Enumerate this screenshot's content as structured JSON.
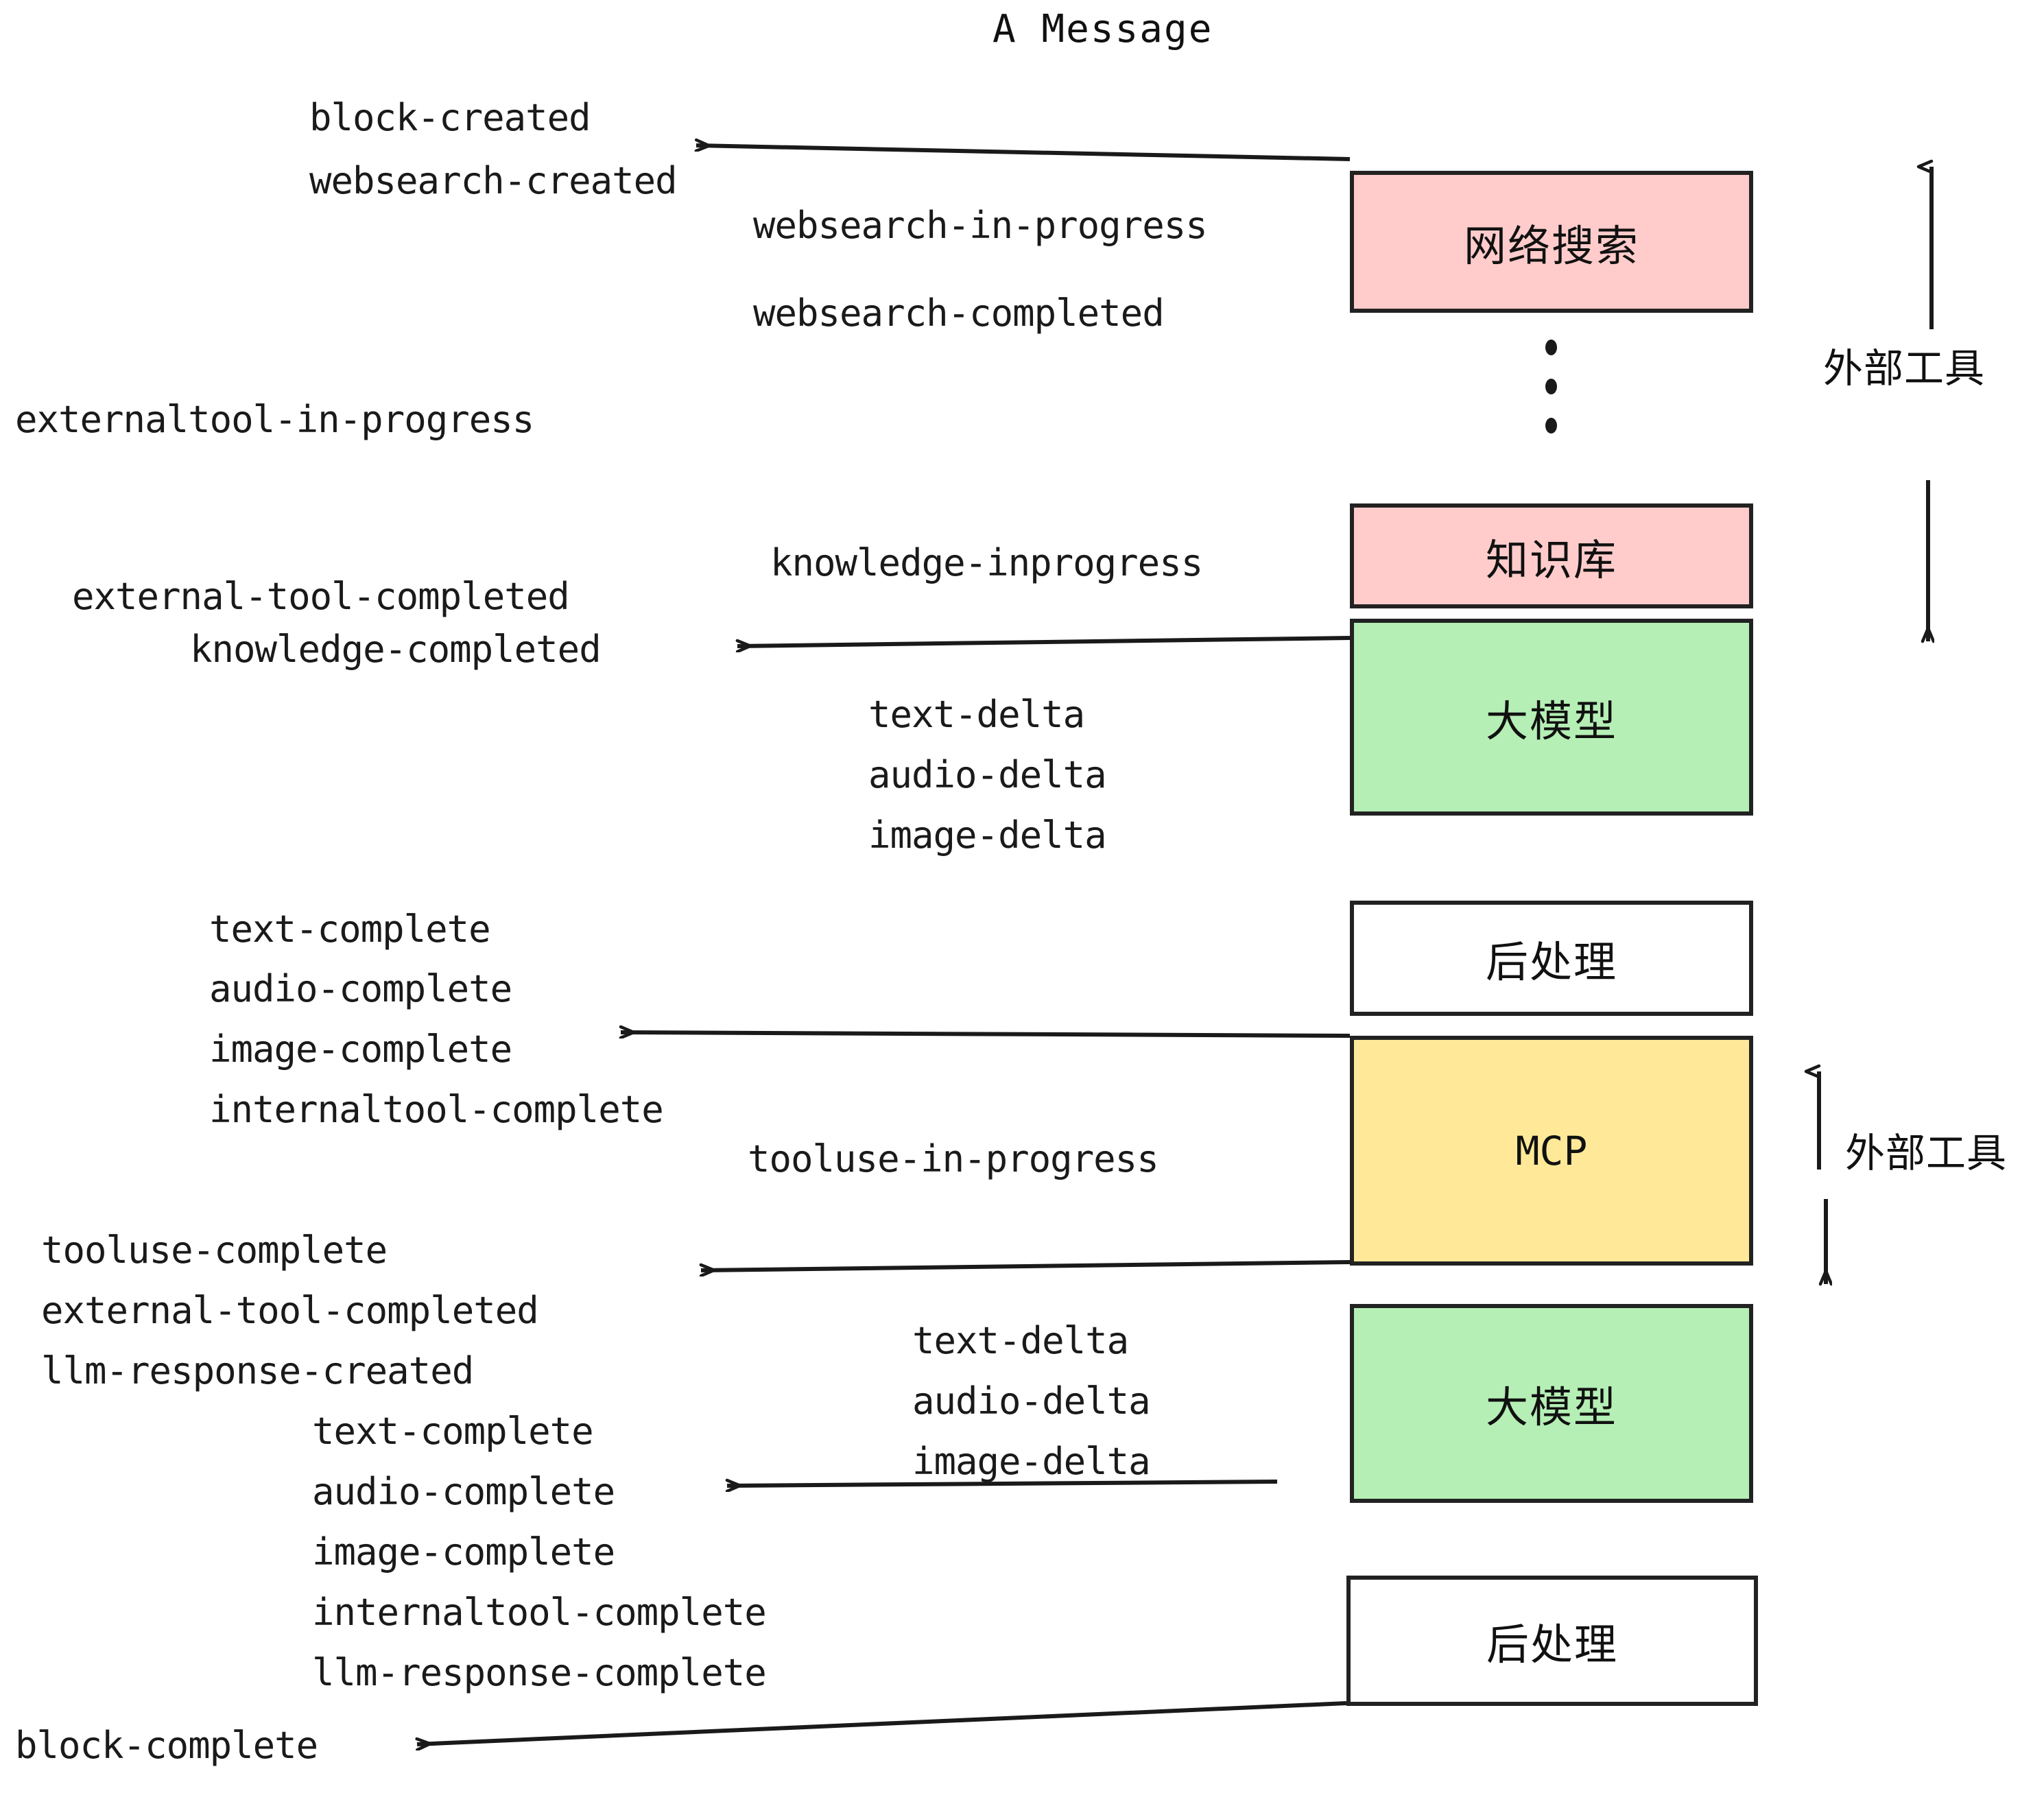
{
  "diagram": {
    "title": "A Message",
    "colors": {
      "pink": "#FFCCCB",
      "green": "#B5EFB5",
      "yellow": "#FFE998",
      "white": "#FFFFFF",
      "stroke": "#222222",
      "text": "#1A1A1A"
    },
    "boxes": [
      {
        "id": "websearch",
        "label": "网络搜索",
        "fill": "#FFCCCB"
      },
      {
        "id": "knowledge",
        "label": "知识库",
        "fill": "#FFCCCB"
      },
      {
        "id": "llm-1",
        "label": "大模型",
        "fill": "#B5EFB5"
      },
      {
        "id": "postprocess-1",
        "label": "后处理",
        "fill": "#FFFFFF"
      },
      {
        "id": "mcp",
        "label": "MCP",
        "fill": "#FFE998"
      },
      {
        "id": "llm-2",
        "label": "大模型",
        "fill": "#B5EFB5"
      },
      {
        "id": "postprocess-2",
        "label": "后处理",
        "fill": "#FFFFFF"
      }
    ],
    "side_labels": [
      {
        "id": "external-tool-upper",
        "text": "外部工具"
      },
      {
        "id": "external-tool-lower",
        "text": "外部工具"
      }
    ],
    "events": [
      {
        "id": "block-created",
        "text": "block-created"
      },
      {
        "id": "websearch-created",
        "text": "websearch-created"
      },
      {
        "id": "websearch-in-progress",
        "text": "websearch-in-progress"
      },
      {
        "id": "websearch-completed",
        "text": "websearch-completed"
      },
      {
        "id": "externaltool-in-progress",
        "text": "externaltool-in-progress"
      },
      {
        "id": "knowledge-inprogress",
        "text": "knowledge-inprogress"
      },
      {
        "id": "external-tool-completed-1",
        "text": "external-tool-completed"
      },
      {
        "id": "knowledge-completed",
        "text": "knowledge-completed"
      },
      {
        "id": "text-delta-1",
        "text": "text-delta"
      },
      {
        "id": "audio-delta-1",
        "text": "audio-delta"
      },
      {
        "id": "image-delta-1",
        "text": "image-delta"
      },
      {
        "id": "text-complete-1",
        "text": "text-complete"
      },
      {
        "id": "audio-complete-1",
        "text": "audio-complete"
      },
      {
        "id": "image-complete-1",
        "text": "image-complete"
      },
      {
        "id": "internaltool-complete-1",
        "text": "internaltool-complete"
      },
      {
        "id": "tooluse-in-progress",
        "text": "tooluse-in-progress"
      },
      {
        "id": "tooluse-complete",
        "text": "tooluse-complete"
      },
      {
        "id": "external-tool-completed-2",
        "text": "external-tool-completed"
      },
      {
        "id": "llm-response-created",
        "text": "llm-response-created"
      },
      {
        "id": "text-delta-2",
        "text": "text-delta"
      },
      {
        "id": "audio-delta-2",
        "text": "audio-delta"
      },
      {
        "id": "image-delta-2",
        "text": "image-delta"
      },
      {
        "id": "text-complete-2",
        "text": "text-complete"
      },
      {
        "id": "audio-complete-2",
        "text": "audio-complete"
      },
      {
        "id": "image-complete-2",
        "text": "image-complete"
      },
      {
        "id": "internaltool-complete-2",
        "text": "internaltool-complete"
      },
      {
        "id": "llm-response-complete",
        "text": "llm-response-complete"
      },
      {
        "id": "block-complete",
        "text": "block-complete"
      }
    ]
  }
}
